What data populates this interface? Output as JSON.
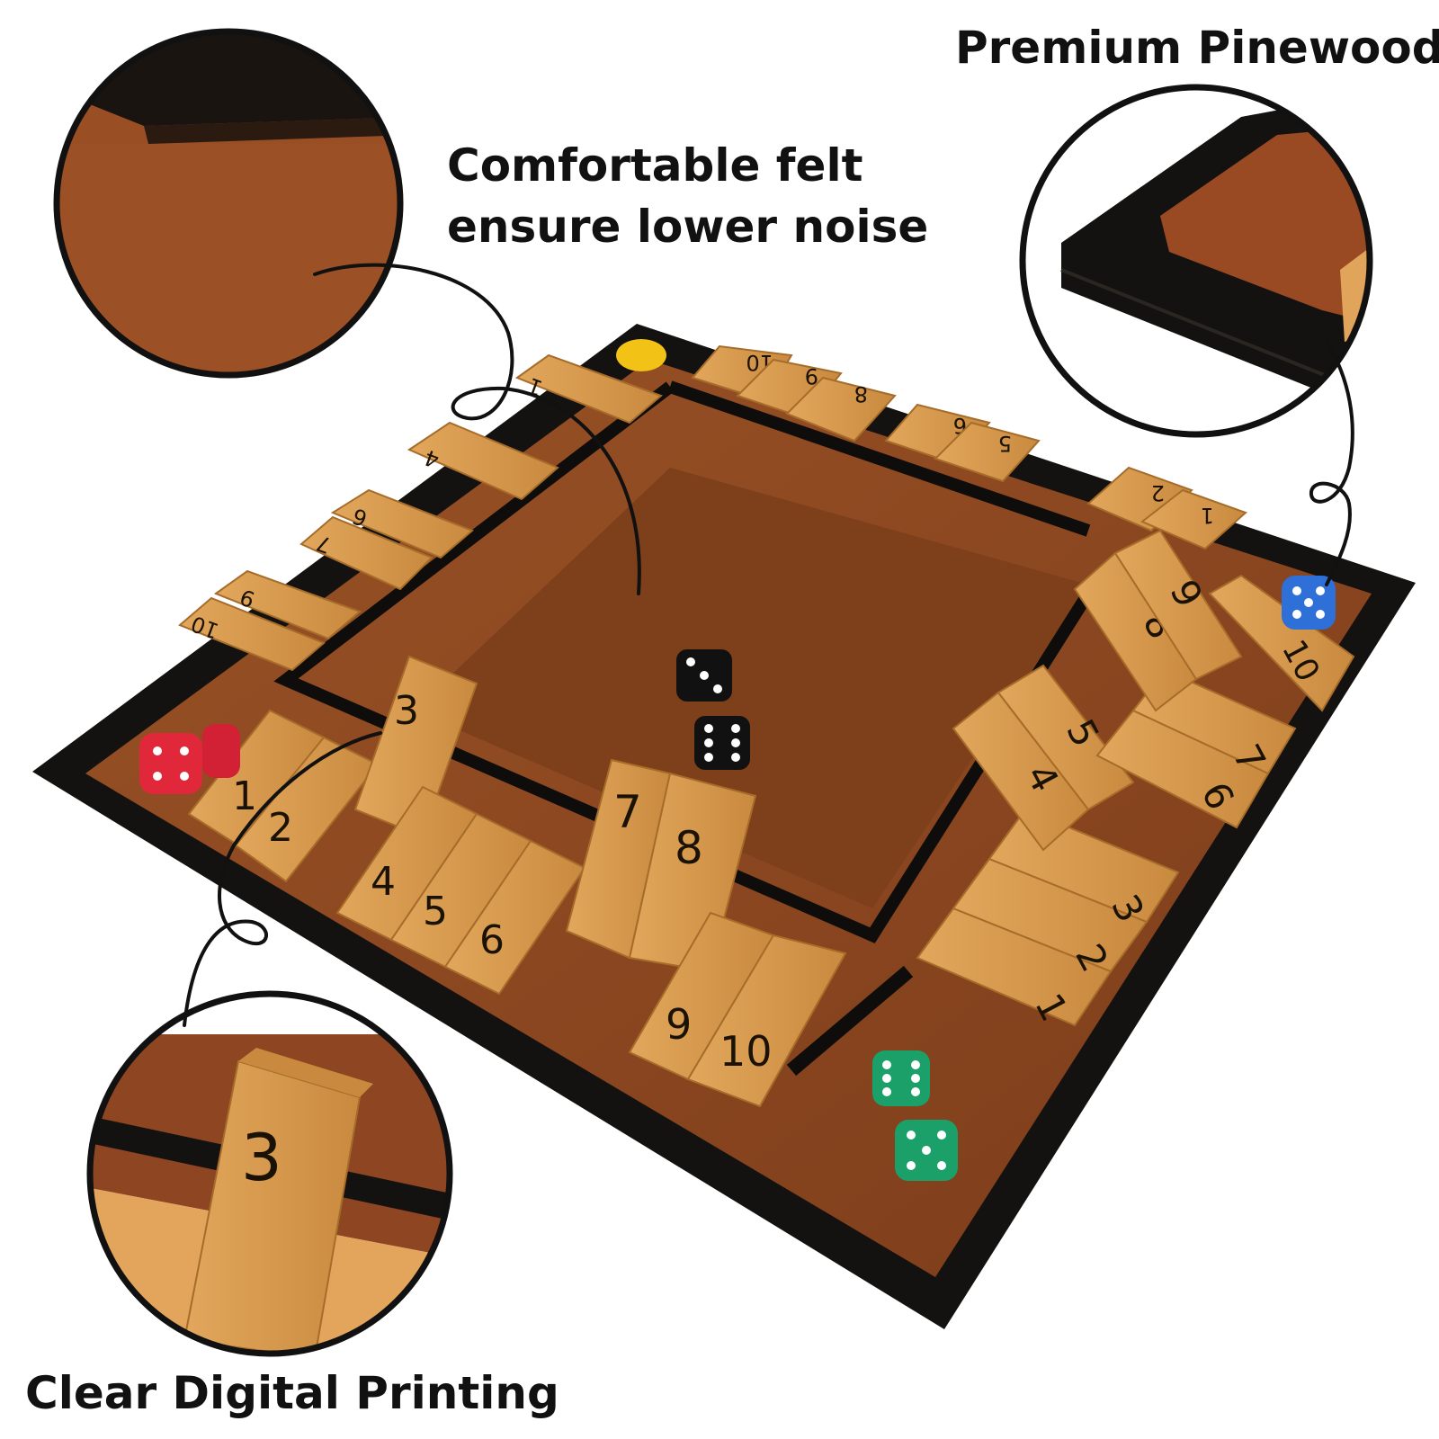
{
  "captions": {
    "felt_line1": "Comfortable felt",
    "felt_line2": "ensure lower noise",
    "pinewood": "Premium Pinewood",
    "printing": "Clear Digital Printing"
  },
  "board": {
    "front_row": [
      "1",
      "2",
      "3",
      "4",
      "5",
      "6",
      "7",
      "8",
      "9",
      "10"
    ],
    "right_row": [
      "1",
      "2",
      "3",
      "4",
      "5",
      "6",
      "7",
      "8",
      "9",
      "10"
    ],
    "back_row": [
      "1",
      "2",
      "5",
      "6",
      "8",
      "9",
      "10"
    ],
    "left_row": [
      "1",
      "4",
      "6",
      "7",
      "9",
      "10"
    ]
  },
  "zoom_tile_number": "3",
  "colors": {
    "felt": "#8a4620",
    "wood": "#d99a4e",
    "frame": "#141210",
    "die_red": "#e0283a",
    "die_blue": "#2f6fd8",
    "die_green": "#1aa068",
    "die_black": "#111111",
    "die_yellow": "#f2c316"
  }
}
